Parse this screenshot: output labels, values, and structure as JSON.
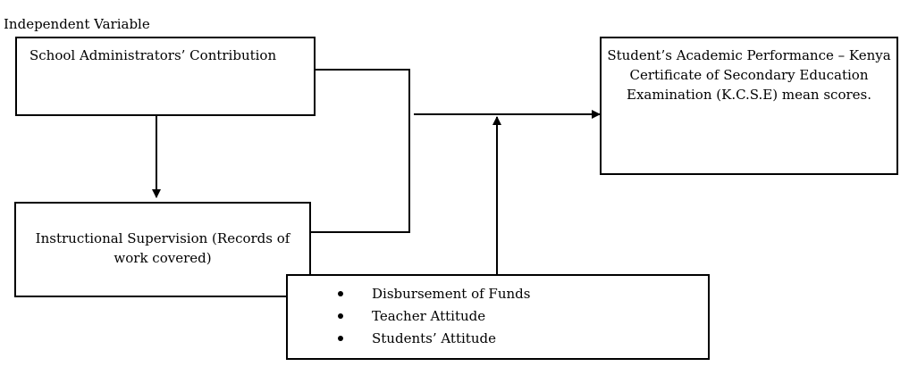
{
  "header": {
    "independent_label": "Independent Variable"
  },
  "boxes": {
    "admin": {
      "text": "School Administrators’ Contribution"
    },
    "supervision": {
      "text": "Instructional Supervision (Records of work covered)"
    },
    "performance": {
      "text": "Student’s Academic Performance – Kenya Certificate of Secondary Education Examination (K.C.S.E) mean scores."
    },
    "intervening": {
      "items": [
        {
          "label": "Disbursement of Funds"
        },
        {
          "label": "Teacher Attitude"
        },
        {
          "label": "Students’ Attitude"
        }
      ]
    }
  }
}
